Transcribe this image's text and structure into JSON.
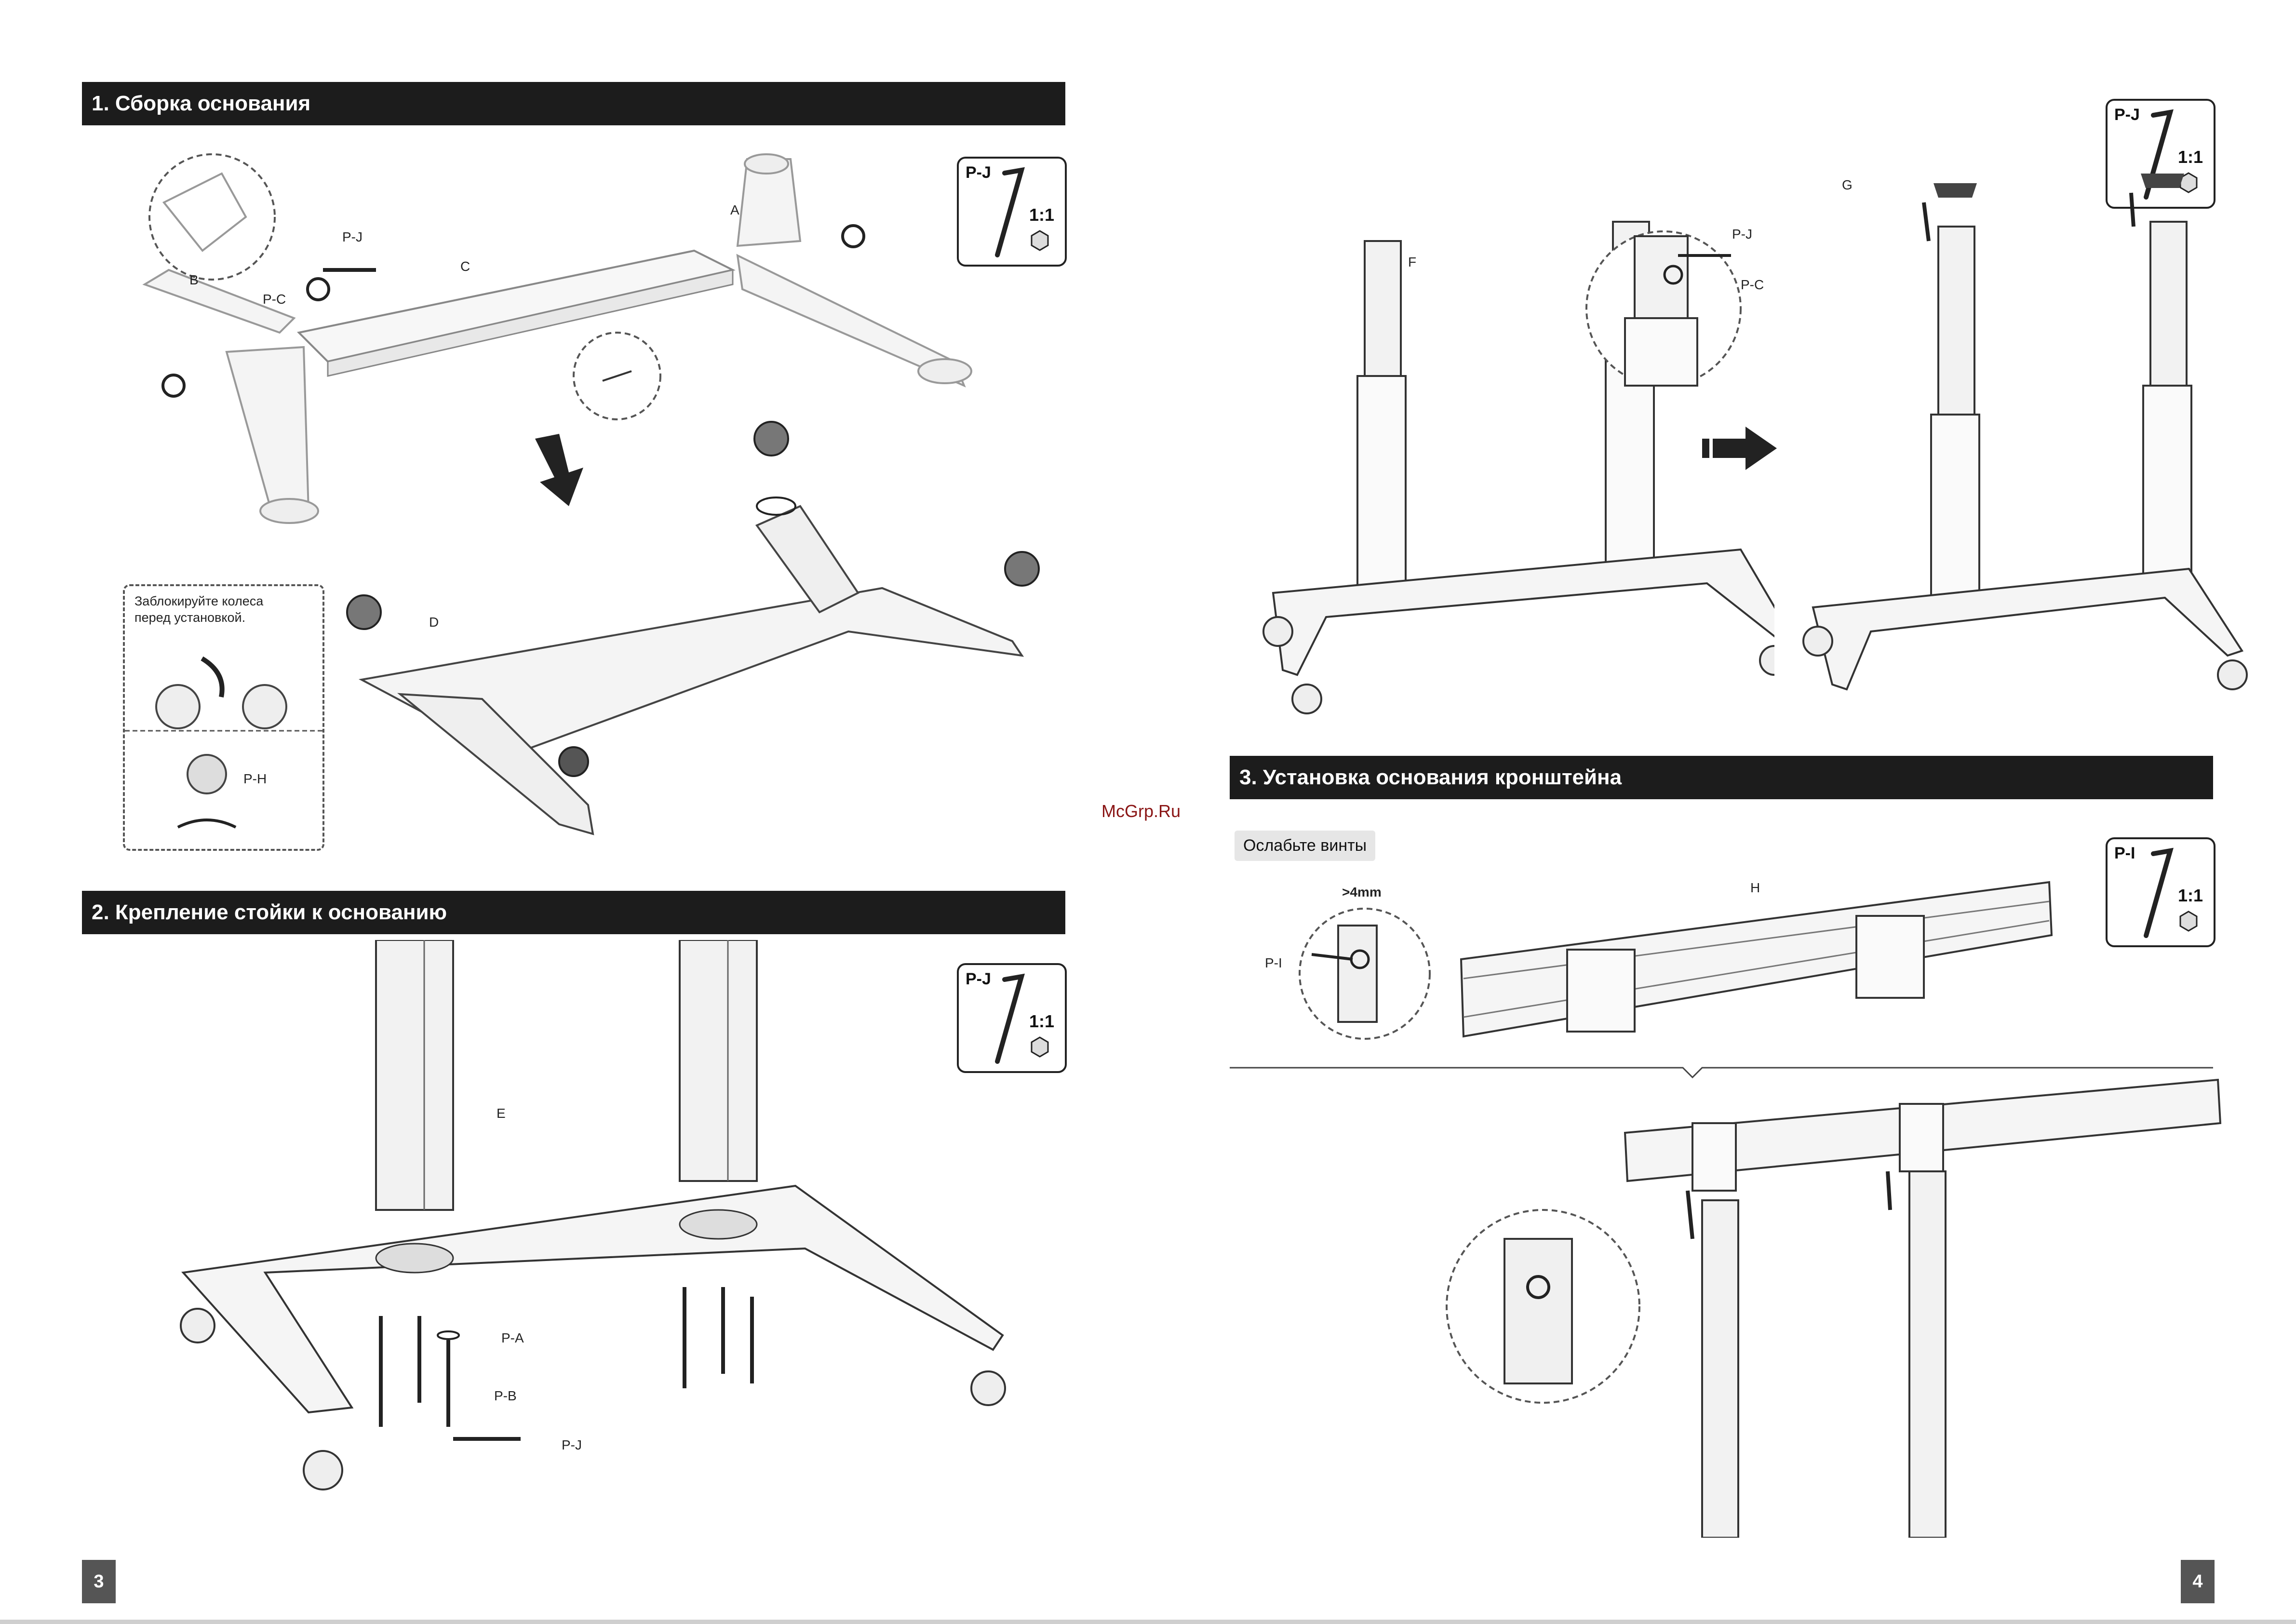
{
  "watermark": "McGrp.Ru",
  "left_page": {
    "page_number": "3",
    "section1": {
      "title": "1. Сборка основания",
      "tool": {
        "code": "P-J",
        "scale": "1:1"
      },
      "part_labels": {
        "a": "A",
        "b": "B",
        "c": "C",
        "d": "D",
        "pj": "P-J",
        "pc": "P-C",
        "ph": "P-H"
      },
      "note": {
        "line1": "Заблокируйте колеса",
        "line2": "перед установкой."
      }
    },
    "section2": {
      "title": "2. Крепление стойки к основанию",
      "tool": {
        "code": "P-J",
        "scale": "1:1"
      },
      "part_labels": {
        "e": "E",
        "pa": "P-A",
        "pb": "P-B",
        "pj": "P-J"
      }
    }
  },
  "right_page": {
    "page_number": "4",
    "top": {
      "tool": {
        "code": "P-J",
        "scale": "1:1"
      },
      "part_labels": {
        "f": "F",
        "g": "G",
        "pj": "P-J",
        "pc": "P-C"
      }
    },
    "section3": {
      "title": "3. Установка основания кронштейна",
      "tool": {
        "code": "P-I",
        "scale": "1:1"
      },
      "loosen_label": "Ослабьте винты",
      "part_labels": {
        "h": "H",
        "pi": "P-I",
        "gap": ">4mm"
      }
    }
  }
}
